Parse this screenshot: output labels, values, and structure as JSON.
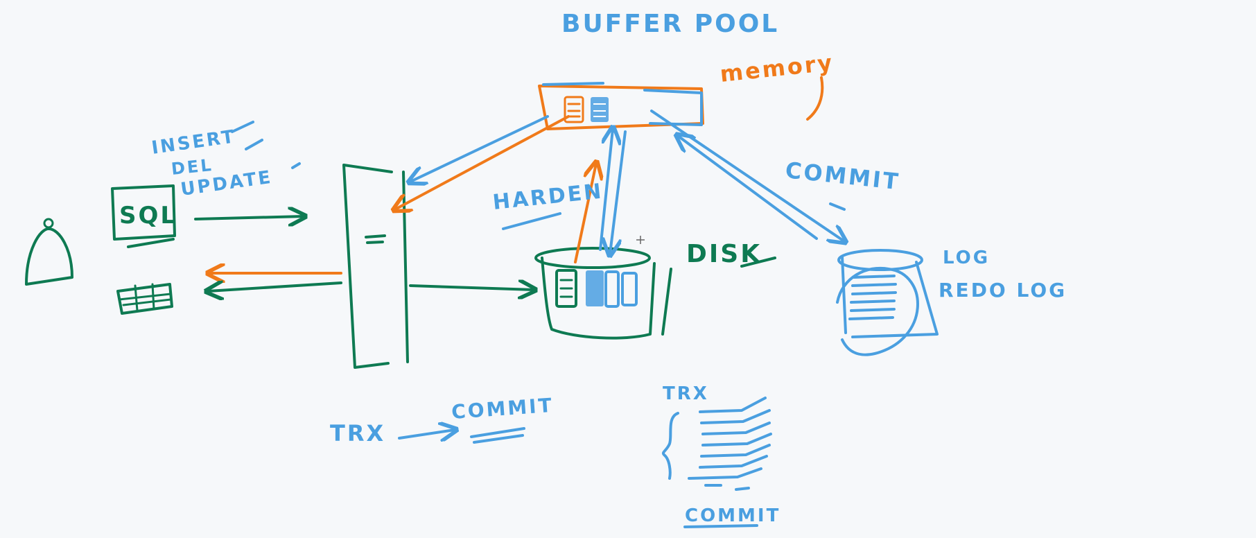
{
  "labels": {
    "buffer_pool": "BUFFER POOL",
    "memory": "memory",
    "insert": "INSERT",
    "del": "DEL",
    "update": "UPDATE",
    "sql": "SQL",
    "harden": "HARDEN",
    "commit_top": "COMMIT",
    "disk": "DISK",
    "log": "LOG",
    "redo_log": "REDO LOG",
    "trx_left": "TRX",
    "commit_left": "COMMIT",
    "trx_right": "TRX",
    "commit_bottom": "COMMIT"
  },
  "colors": {
    "blue": "#4a9fe0",
    "green": "#0e7a52",
    "orange": "#f07a1a",
    "background": "#f6f8fa"
  }
}
